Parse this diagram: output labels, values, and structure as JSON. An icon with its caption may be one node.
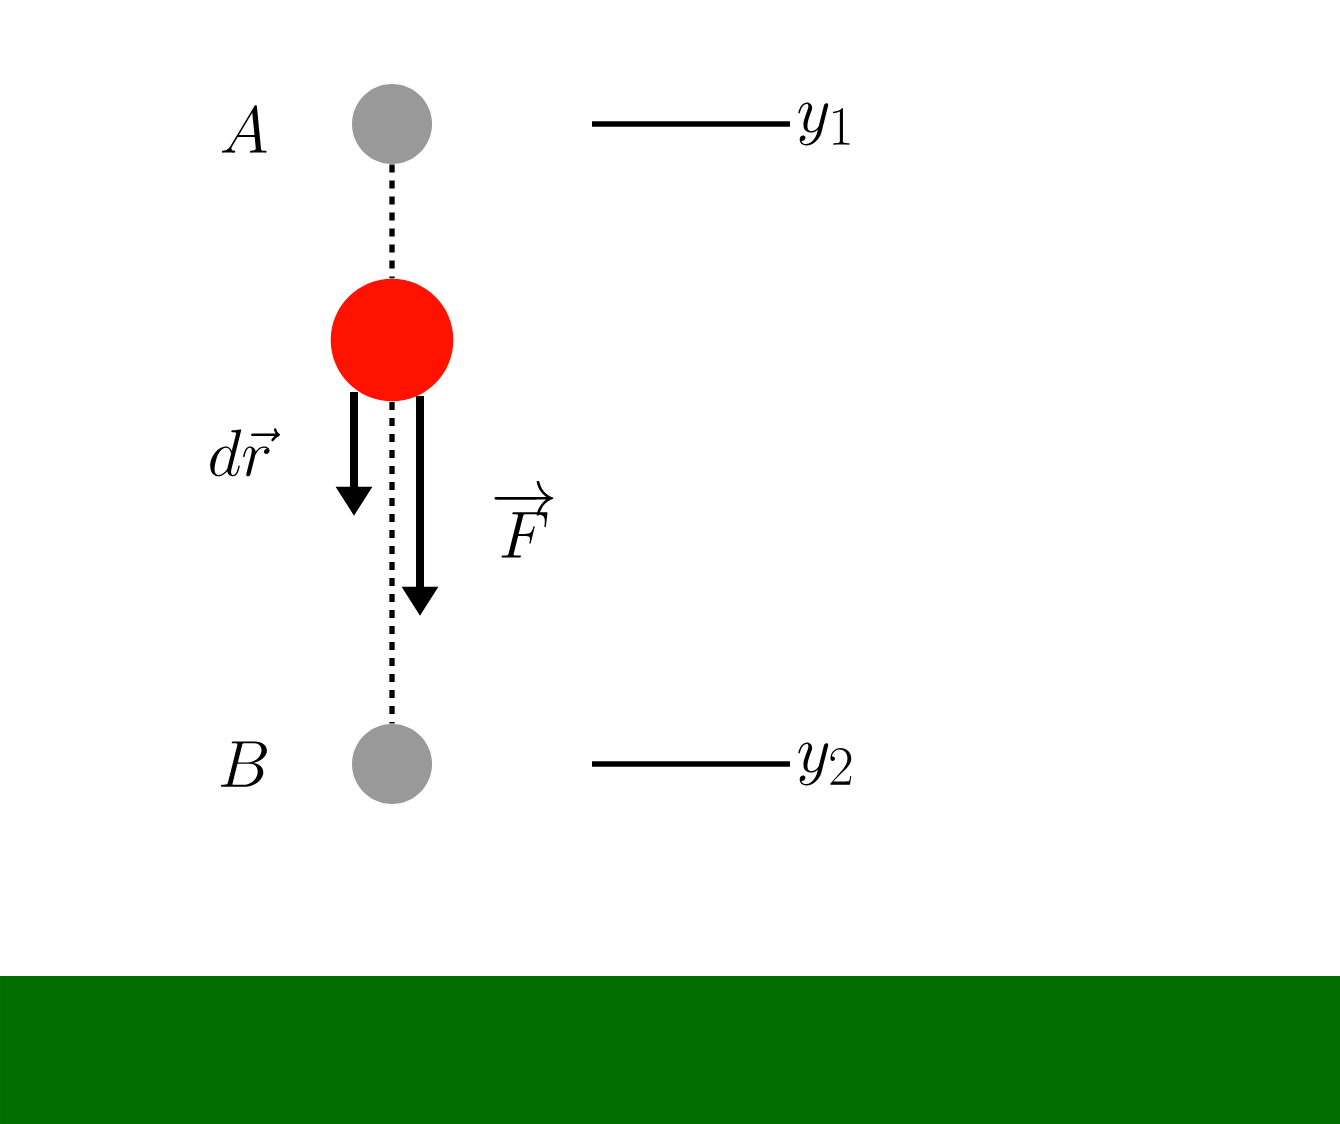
{
  "diagram": {
    "nodes": [
      {
        "text": [],
        "shape": "circle",
        "beside": [
          "A"
        ]
      },
      {
        "text": [],
        "shape": "circle"
      },
      {
        "text": [],
        "shape": "circle",
        "beside": [
          "B"
        ]
      }
    ],
    "edges": [
      {
        "from": 0,
        "to": 1,
        "arrow": "none",
        "style": "dashed"
      },
      {
        "from": 1,
        "to": 2,
        "arrow": "none",
        "style": "dashed"
      }
    ],
    "labels": [
      "d\\vec{r}",
      "\\overrightarrow{F}",
      "y_1",
      "y_2"
    ]
  }
}
